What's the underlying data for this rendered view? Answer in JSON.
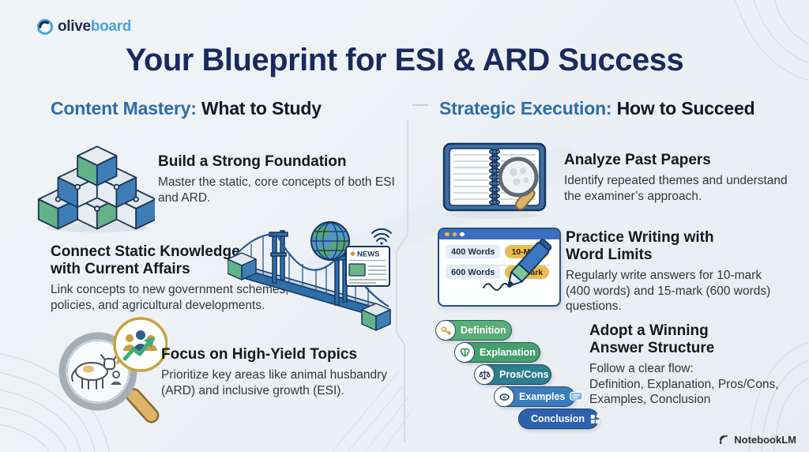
{
  "brand": {
    "olive": "olive",
    "board": "board"
  },
  "title": "Your Blueprint for ESI & ARD Success",
  "columns": {
    "left": {
      "heading_accent": "Content Mastery:",
      "heading_rest": " What to Study",
      "items": [
        {
          "title": "Build a Strong Foundation",
          "desc": "Master the static, core concepts of both ESI and ARD.",
          "icon": "puzzle-pyramid-icon"
        },
        {
          "title": "Connect Static Knowledge with Current Affairs",
          "desc": "Link concepts to new government schemes, policies, and agricultural developments.",
          "icon": "bridge-globe-news-icon"
        },
        {
          "title": "Focus on High-Yield Topics",
          "desc": "Prioritize key areas like animal husbandry (ARD) and inclusive growth (ESI).",
          "icon": "magnifier-livestock-icon"
        }
      ]
    },
    "right": {
      "heading_accent": "Strategic Execution:",
      "heading_rest": " How to Succeed",
      "items": [
        {
          "title": "Analyze Past Papers",
          "desc": "Identify repeated themes and understand the examiner’s approach.",
          "icon": "notebook-magnifier-icon"
        },
        {
          "title": "Practice Writing with Word Limits",
          "desc": "Regularly write answers for 10-mark (400 words) and 15-mark (600 words) questions.",
          "icon": "word-limit-card-icon"
        },
        {
          "title": "Adopt a Winning Answer Structure",
          "desc_lines": [
            "Follow a clear flow:",
            "Definition, Explanation, Pros/Cons,",
            "Examples, Conclusion"
          ],
          "icon": "answer-flow-steps-icon"
        }
      ]
    }
  },
  "card": {
    "rows": [
      {
        "words": "400 Words",
        "mark": "10-Mark"
      },
      {
        "words": "600 Words",
        "mark": "15-Mark"
      }
    ]
  },
  "news_label": "NEWS",
  "flow": {
    "steps": [
      {
        "label": "Definition",
        "color": "#57ae76",
        "icon": "key-icon"
      },
      {
        "label": "Explanation",
        "color": "#46a06e",
        "icon": "brain-icon"
      },
      {
        "label": "Pros/Cons",
        "color": "#2d7d8e",
        "icon": "scales-icon"
      },
      {
        "label": "Examples",
        "color": "#3b7cbd",
        "icon": "eye-icon",
        "right_icon": "speech-bubble-icon"
      },
      {
        "label": "Conclusion",
        "color": "#2d61ad",
        "right_icon": "puzzle-piece-icon"
      }
    ]
  },
  "footer": {
    "watermark": "NotebookLM"
  },
  "colors": {
    "background": "#eef1f5",
    "title": "#1b2a5c",
    "heading_accent": "#2d6da5",
    "heading_dark": "#121826",
    "body_text": "#31373f",
    "logo_navy": "#1d2b50",
    "logo_blue": "#49a5da",
    "gold_chip": "#e9bd55",
    "card_bar_blue": "#3d6fbf",
    "bridge_blue": "#2f6ea9",
    "leaf_green": "#63b288"
  }
}
